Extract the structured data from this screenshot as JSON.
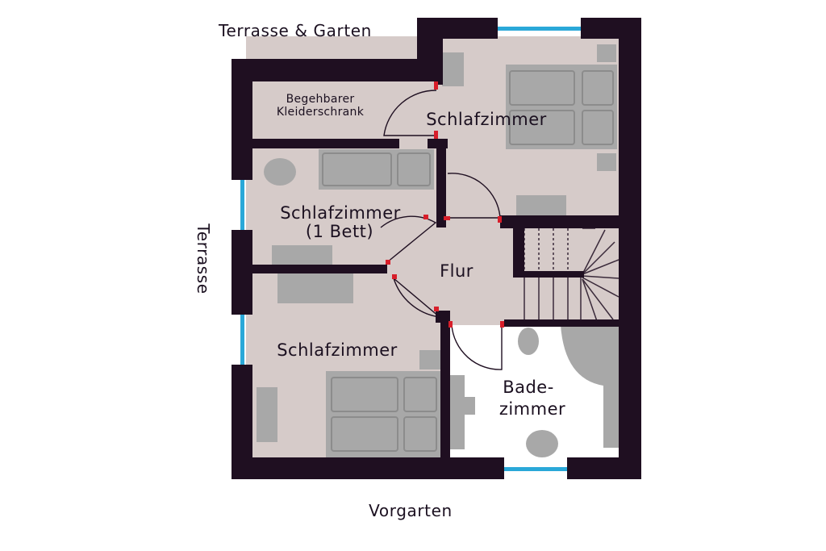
{
  "surroundings": {
    "north": "Terrasse & Garten",
    "west": "Terrasse",
    "south": "Vorgarten"
  },
  "rooms": {
    "walkin": {
      "line1": "Begehbarer",
      "line2": "Kleiderschrank"
    },
    "bedroom_ne": "Schlafzimmer",
    "bedroom_w": {
      "line1": "Schlafzimmer",
      "line2": "(1 Bett)"
    },
    "hall": "Flur",
    "bedroom_sw": "Schlafzimmer",
    "bath": {
      "line1": "Bade-",
      "line2": "zimmer"
    }
  },
  "colors": {
    "wall": "#1f0f21",
    "floor": "#d6cbc9",
    "furniture": "#a8a8a8",
    "window": "#2aa8d8",
    "door_mark": "#d81e2a",
    "bath_floor": "#ffffff"
  }
}
